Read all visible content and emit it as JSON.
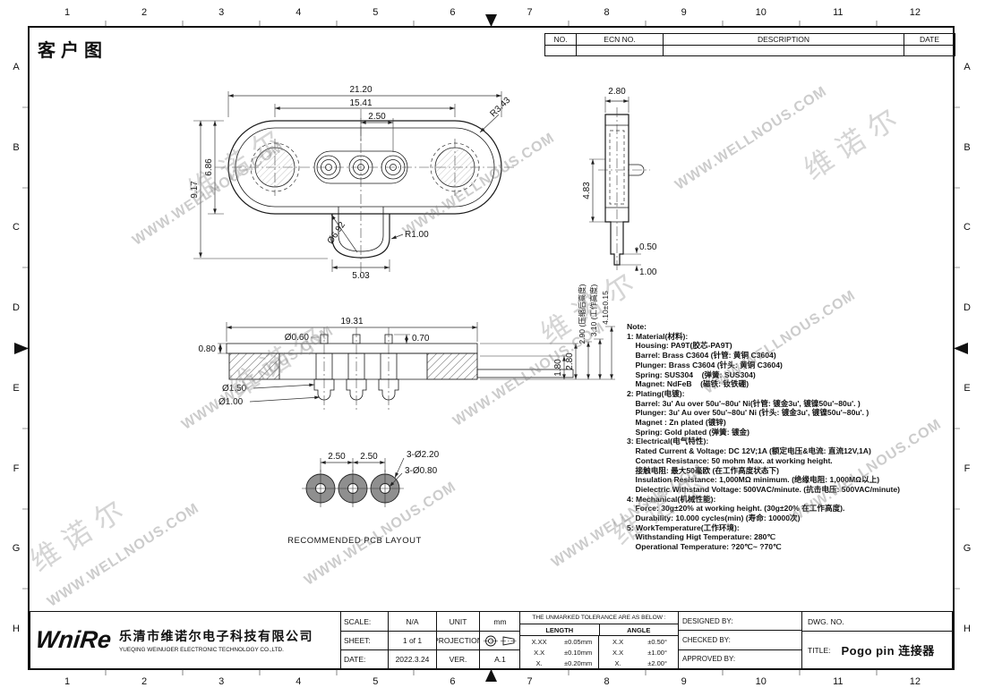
{
  "header": {
    "title": "客户图"
  },
  "grid": {
    "cols": [
      "1",
      "2",
      "3",
      "4",
      "5",
      "6",
      "7",
      "8",
      "9",
      "10",
      "11",
      "12"
    ],
    "rows": [
      "A",
      "B",
      "C",
      "D",
      "E",
      "F",
      "G",
      "H"
    ]
  },
  "watermark": {
    "url": "WWW.WELLNOUS.COM",
    "brand": "维诺尔"
  },
  "ecn": {
    "headers": [
      "NO.",
      "ECN  NO.",
      "DESCRIPTION",
      "DATE"
    ]
  },
  "dims": {
    "top": {
      "overall_width": "21.20",
      "center_span": "15.41",
      "pin_pitch": "2.50",
      "corner_radius": "R3.43",
      "overall_height": "9.17",
      "body_height": "6.86",
      "boss_dia": "Ø6.92",
      "fillet_radius": "R1.00",
      "tab_width": "5.03"
    },
    "side": {
      "width": "2.80",
      "height": "4.83",
      "step": "0.50",
      "tail": "1.00"
    },
    "section": {
      "length": "19.31",
      "flange": "0.80",
      "tip_dia": "Ø0.60",
      "tip_height": "0.70",
      "body_height": "1.80",
      "housing_height": "2.80",
      "compressed": "2.90 (压缩后高度)",
      "working": "3.10 (工作高度)",
      "free_height": "4.10±0.15",
      "barrel_dia": "Ø1.50",
      "tail_dia": "Ø1.00"
    },
    "pcb": {
      "pitch_a": "2.50",
      "pitch_b": "2.50",
      "hole_outer": "3-Ø2.20",
      "hole_inner": "3-Ø0.80",
      "caption": "RECOMMENDED PCB LAYOUT"
    }
  },
  "notes": {
    "lines": [
      "Note:",
      "1: Material(材料):",
      "    Housing: PA9T(胶芯-PA9T)",
      "    Barrel: Brass C3604 (针管: 黄铜 C3604)",
      "    Plunger: Brass C3604 (针头: 黄铜 C3604)",
      "    Spring: SUS304    (弹簧: SUS304)",
      "    Magnet: NdFeB    (磁铁: 钕铁硼)",
      "2: Plating(电镀):",
      "    Barrel: 3u' Au over 50u'~80u' Ni(针管: 镀金3u', 镀镍50u'~80u'. )",
      "    Plunger: 3u' Au over 50u'~80u' Ni (针头: 镀金3u', 镀镍50u'~80u'. )",
      "    Magnet : Zn plated (镀锌)",
      "    Spring: Gold plated (弹簧: 镀金)",
      "3: Electrical(电气特性):",
      "    Rated Current & Voltage: DC 12V;1A (额定电压&电流: 直流12V,1A)",
      "    Contact Resistance: 50 mohm Max. at working height.",
      "    接触电阻: 最大50毫欧 (在工作高度状态下)",
      "    Insulation Resistance: 1,000MΩ minimum. (绝缘电阻: 1,000MΩ以上)",
      "    Dielectric Withstand Voltage: 500VAC/minute. (抗击电压: 500VAC/minute)",
      "4: Mechanical(机械性能):",
      "    Force: 30g±20% at working height. (30g±20% 在工作高度).",
      "    Durability: 10.000 cycles(min) (寿命: 10000次)",
      "5: WorkTemperature(工作环境):",
      "    Withstanding Higt Temperature: 280℃",
      "    Operational Temperature: ?20℃~ ?70℃"
    ]
  },
  "company": {
    "logo": "WniRe",
    "name_cn": "乐清市维诺尔电子科技有限公司",
    "name_en": "YUEQING WEINUOER ELECTRONIC TECHNOLOGY CO.,LTD."
  },
  "meta": {
    "scale_label": "SCALE:",
    "scale_value": "N/A",
    "unit_label": "UNIT",
    "unit_value": "mm",
    "sheet_label": "SHEET:",
    "sheet_value": "1 of 1",
    "projection_label": "PROJECTION",
    "date_label": "DATE:",
    "date_value": "2022.3.24",
    "ver_label": "VER.",
    "ver_value": "A.1"
  },
  "tolerance": {
    "title": "THE UNMARKED TOLERANCE ARE AS BELOW :",
    "length_label": "LENGTH",
    "angle_label": "ANGLE",
    "cells": [
      "X.XX",
      "±0.05mm",
      "X.X",
      "±0.50°",
      "X.X",
      "±0.10mm",
      "X.X",
      "±1.00°",
      "X.",
      "±0.20mm",
      "X.",
      "±2.00°"
    ]
  },
  "signoff": {
    "designed": "DESIGNED BY:",
    "checked": "CHECKED BY:",
    "approved": "APPROVED BY:"
  },
  "right_block": {
    "dwg_no_label": "DWG. NO.",
    "title_label": "TITLE:",
    "title_value": "Pogo pin 连接器"
  }
}
